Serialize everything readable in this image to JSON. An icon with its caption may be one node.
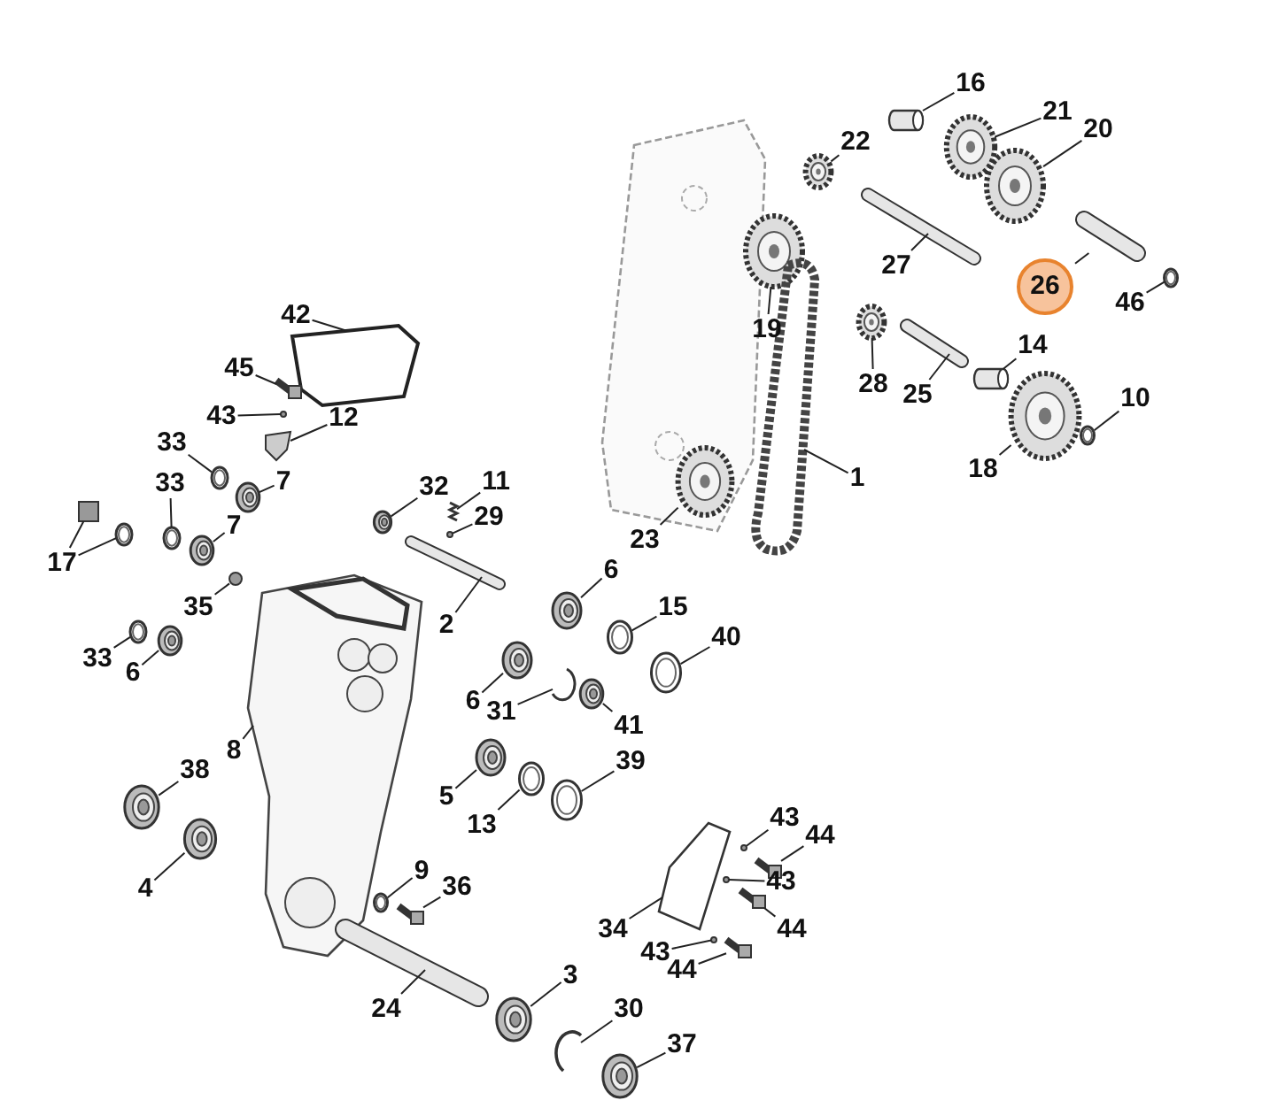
{
  "diagram": {
    "nodes": [
      {
        "text": [
          "16"
        ]
      },
      {
        "text": [
          "21"
        ]
      },
      {
        "text": [
          "20"
        ]
      },
      {
        "text": [
          "22"
        ]
      },
      {
        "text": [
          "26"
        ]
      },
      {
        "text": [
          "46"
        ]
      },
      {
        "text": [
          "27"
        ]
      },
      {
        "text": [
          "19"
        ]
      },
      {
        "text": [
          "28"
        ]
      },
      {
        "text": [
          "25"
        ]
      },
      {
        "text": [
          "14"
        ]
      },
      {
        "text": [
          "10"
        ]
      },
      {
        "text": [
          "18"
        ]
      },
      {
        "text": [
          "1"
        ]
      },
      {
        "text": [
          "23"
        ]
      },
      {
        "text": [
          "42"
        ]
      },
      {
        "text": [
          "45"
        ]
      },
      {
        "text": [
          "43"
        ]
      },
      {
        "text": [
          "12"
        ]
      },
      {
        "text": [
          "33"
        ]
      },
      {
        "text": [
          "33"
        ]
      },
      {
        "text": [
          "7"
        ]
      },
      {
        "text": [
          "7"
        ]
      },
      {
        "text": [
          "17"
        ]
      },
      {
        "text": [
          "35"
        ]
      },
      {
        "text": [
          "33"
        ]
      },
      {
        "text": [
          "6"
        ]
      },
      {
        "text": [
          "32"
        ]
      },
      {
        "text": [
          "11"
        ]
      },
      {
        "text": [
          "29"
        ]
      },
      {
        "text": [
          "2"
        ]
      },
      {
        "text": [
          "8"
        ]
      },
      {
        "text": [
          "6"
        ]
      },
      {
        "text": [
          "15"
        ]
      },
      {
        "text": [
          "40"
        ]
      },
      {
        "text": [
          "6"
        ]
      },
      {
        "text": [
          "31"
        ]
      },
      {
        "text": [
          "41"
        ]
      },
      {
        "text": [
          "38"
        ]
      },
      {
        "text": [
          "5"
        ]
      },
      {
        "text": [
          "13"
        ]
      },
      {
        "text": [
          "39"
        ]
      },
      {
        "text": [
          "4"
        ]
      },
      {
        "text": [
          "9"
        ]
      },
      {
        "text": [
          "36"
        ]
      },
      {
        "text": [
          "34"
        ]
      },
      {
        "text": [
          "43"
        ]
      },
      {
        "text": [
          "44"
        ]
      },
      {
        "text": [
          "43"
        ]
      },
      {
        "text": [
          "44"
        ]
      },
      {
        "text": [
          "43"
        ]
      },
      {
        "text": [
          "44"
        ]
      },
      {
        "text": [
          "24"
        ]
      },
      {
        "text": [
          "3"
        ]
      },
      {
        "text": [
          "30"
        ]
      },
      {
        "text": [
          "37"
        ]
      },
      {
        "text": [],
        "shape": "cylinder"
      },
      {
        "text": [],
        "shape": "picture"
      },
      {
        "text": [],
        "shape": "picture"
      },
      {
        "text": [],
        "shape": "picture"
      },
      {
        "text": [],
        "shape": "picture"
      },
      {
        "text": [],
        "shape": "picture"
      },
      {
        "text": [],
        "shape": "picture"
      },
      {
        "text": [],
        "shape": "picture"
      },
      {
        "text": [],
        "shape": "picture"
      },
      {
        "text": [],
        "shape": "picture"
      },
      {
        "text": [],
        "shape": "cylinder"
      },
      {
        "text": [],
        "shape": "picture"
      },
      {
        "text": [],
        "shape": "picture"
      },
      {
        "text": [],
        "shape": "picture"
      },
      {
        "text": [],
        "shape": "picture"
      },
      {
        "text": [],
        "shape": "picture"
      },
      {
        "text": [],
        "shape": "picture"
      },
      {
        "text": [],
        "shape": "circle"
      },
      {
        "text": [],
        "shape": "picture"
      },
      {
        "text": [],
        "shape": "picture"
      },
      {
        "text": [],
        "shape": "picture"
      },
      {
        "text": [],
        "shape": "picture"
      },
      {
        "text": [],
        "shape": "picture"
      },
      {
        "text": [],
        "shape": "box"
      },
      {
        "text": [],
        "shape": "circle"
      },
      {
        "text": [],
        "shape": "picture"
      },
      {
        "text": [],
        "shape": "picture"
      },
      {
        "text": [],
        "shape": "picture"
      },
      {
        "text": [],
        "shape": "picture"
      },
      {
        "text": [],
        "shape": "circle"
      },
      {
        "text": [],
        "shape": "picture"
      },
      {
        "text": [],
        "shape": "picture"
      },
      {
        "text": [],
        "shape": "picture"
      },
      {
        "text": [],
        "shape": "picture"
      },
      {
        "text": [],
        "shape": "picture"
      },
      {
        "text": [],
        "shape": "picture"
      },
      {
        "text": [],
        "shape": "picture"
      },
      {
        "text": [],
        "shape": "picture"
      },
      {
        "text": [],
        "shape": "picture"
      },
      {
        "text": [],
        "shape": "picture"
      },
      {
        "text": [],
        "shape": "picture"
      },
      {
        "text": [],
        "shape": "picture"
      },
      {
        "text": [],
        "shape": "picture"
      },
      {
        "text": [],
        "shape": "picture"
      },
      {
        "text": [],
        "shape": "picture"
      },
      {
        "text": [],
        "shape": "picture"
      },
      {
        "text": [],
        "shape": "circle"
      },
      {
        "text": [],
        "shape": "picture"
      },
      {
        "text": [],
        "shape": "circle"
      },
      {
        "text": [],
        "shape": "picture"
      },
      {
        "text": [],
        "shape": "circle"
      },
      {
        "text": [],
        "shape": "picture"
      },
      {
        "text": [],
        "shape": "picture"
      },
      {
        "text": [],
        "shape": "picture"
      },
      {
        "text": [],
        "shape": "picture"
      },
      {
        "text": [],
        "shape": "picture"
      },
      {
        "text": [],
        "shape": "picture"
      }
    ],
    "edges": [
      {
        "from": 0,
        "to": 56,
        "arrow": "none"
      },
      {
        "from": 1,
        "to": 57,
        "arrow": "none"
      },
      {
        "from": 2,
        "to": 58,
        "arrow": "none"
      },
      {
        "from": 3,
        "to": 59,
        "arrow": "none"
      },
      {
        "from": 4,
        "to": 60,
        "arrow": "none"
      },
      {
        "from": 5,
        "to": 61,
        "arrow": "none"
      },
      {
        "from": 6,
        "to": 62,
        "arrow": "none"
      },
      {
        "from": 7,
        "to": 63,
        "arrow": "none"
      },
      {
        "from": 8,
        "to": 64,
        "arrow": "none"
      },
      {
        "from": 9,
        "to": 65,
        "arrow": "none"
      },
      {
        "from": 10,
        "to": 66,
        "arrow": "none"
      },
      {
        "from": 11,
        "to": 67,
        "arrow": "none"
      },
      {
        "from": 12,
        "to": 68,
        "arrow": "none"
      },
      {
        "from": 13,
        "to": 69,
        "arrow": "none"
      },
      {
        "from": 14,
        "to": 70,
        "arrow": "none"
      },
      {
        "from": 15,
        "to": 71,
        "arrow": "none"
      },
      {
        "from": 16,
        "to": 72,
        "arrow": "none"
      },
      {
        "from": 17,
        "to": 73,
        "arrow": "none"
      },
      {
        "from": 18,
        "to": 74,
        "arrow": "none"
      },
      {
        "from": 19,
        "to": 75,
        "arrow": "none"
      },
      {
        "from": 20,
        "to": 76,
        "arrow": "none"
      },
      {
        "from": 21,
        "to": 77,
        "arrow": "none"
      },
      {
        "from": 22,
        "to": 78,
        "arrow": "none"
      },
      {
        "from": 23,
        "to": 79,
        "arrow": "none"
      },
      {
        "from": 23,
        "to": 112,
        "arrow": "none"
      },
      {
        "from": 24,
        "to": 80,
        "arrow": "none"
      },
      {
        "from": 25,
        "to": 81,
        "arrow": "none"
      },
      {
        "from": 26,
        "to": 82,
        "arrow": "none"
      },
      {
        "from": 27,
        "to": 83,
        "arrow": "none"
      },
      {
        "from": 28,
        "to": 84,
        "arrow": "none"
      },
      {
        "from": 29,
        "to": 85,
        "arrow": "none"
      },
      {
        "from": 30,
        "to": 86,
        "arrow": "none"
      },
      {
        "from": 31,
        "to": 87,
        "arrow": "none"
      },
      {
        "from": 32,
        "to": 88,
        "arrow": "none"
      },
      {
        "from": 33,
        "to": 89,
        "arrow": "none"
      },
      {
        "from": 34,
        "to": 90,
        "arrow": "none"
      },
      {
        "from": 35,
        "to": 91,
        "arrow": "none"
      },
      {
        "from": 36,
        "to": 92,
        "arrow": "none"
      },
      {
        "from": 37,
        "to": 93,
        "arrow": "none"
      },
      {
        "from": 38,
        "to": 94,
        "arrow": "none"
      },
      {
        "from": 39,
        "to": 95,
        "arrow": "none"
      },
      {
        "from": 40,
        "to": 96,
        "arrow": "none"
      },
      {
        "from": 41,
        "to": 97,
        "arrow": "none"
      },
      {
        "from": 42,
        "to": 98,
        "arrow": "none"
      },
      {
        "from": 43,
        "to": 99,
        "arrow": "none"
      },
      {
        "from": 44,
        "to": 100,
        "arrow": "none"
      },
      {
        "from": 45,
        "to": 101,
        "arrow": "none"
      },
      {
        "from": 46,
        "to": 102,
        "arrow": "none"
      },
      {
        "from": 47,
        "to": 103,
        "arrow": "none"
      },
      {
        "from": 48,
        "to": 104,
        "arrow": "none"
      },
      {
        "from": 49,
        "to": 105,
        "arrow": "none"
      },
      {
        "from": 50,
        "to": 106,
        "arrow": "none"
      },
      {
        "from": 51,
        "to": 107,
        "arrow": "none"
      },
      {
        "from": 52,
        "to": 108,
        "arrow": "none"
      },
      {
        "from": 53,
        "to": 109,
        "arrow": "none"
      },
      {
        "from": 54,
        "to": 110,
        "arrow": "none"
      },
      {
        "from": 55,
        "to": 111,
        "arrow": "none"
      }
    ]
  }
}
